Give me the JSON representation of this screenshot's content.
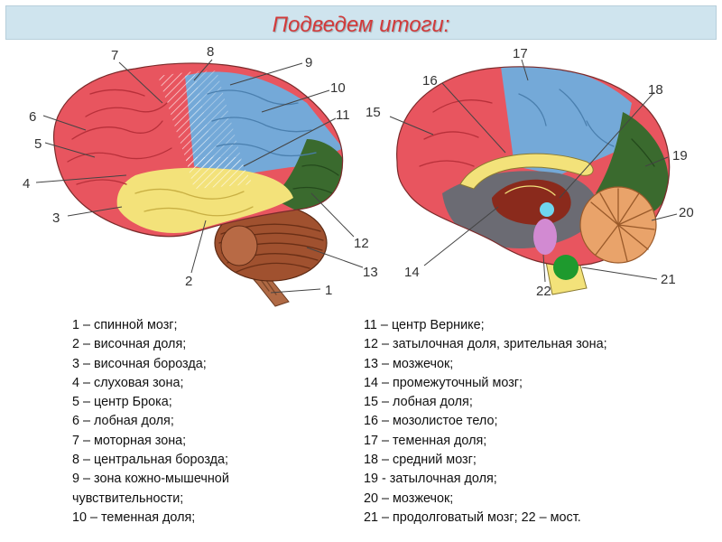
{
  "title": "Подведем итоги:",
  "diagram": {
    "labels_left": [
      "1",
      "2",
      "3",
      "4",
      "5",
      "6",
      "7",
      "8",
      "9",
      "10",
      "11",
      "12",
      "13"
    ],
    "labels_right": [
      "14",
      "15",
      "16",
      "17",
      "18",
      "19",
      "20",
      "21",
      "22"
    ]
  },
  "legend": {
    "left": [
      "1 – спинной мозг;",
      "2 – височная доля;",
      "3 – височная борозда;",
      "4 – слуховая зона;",
      "5 – центр Брока;",
      "6 – лобная доля;",
      "7 – моторная зона;",
      "8 – центральная борозда;",
      "9 – зона кожно-мышечной",
      "чувствительности;",
      "10 – теменная доля;"
    ],
    "right": [
      "11 – центр Вернике;",
      "12 – затылочная доля, зрительная зона;",
      "13 – мозжечок;",
      "14 – промежуточный мозг;",
      "15 – лобная доля;",
      "16 – мозолистое тело;",
      "17 – теменная доля;",
      "18 – средний мозг;",
      "19 - затылочная доля;",
      "20 – мозжечок;",
      "21 – продолговатый мозг; 22 – мост."
    ]
  },
  "colors": {
    "frontal": "#e8555f",
    "parietal": "#74a9d8",
    "temporal": "#f3e27a",
    "occipital": "#3a6a2e",
    "cerebellum": "#a0512f",
    "title": "#d23a3a"
  }
}
